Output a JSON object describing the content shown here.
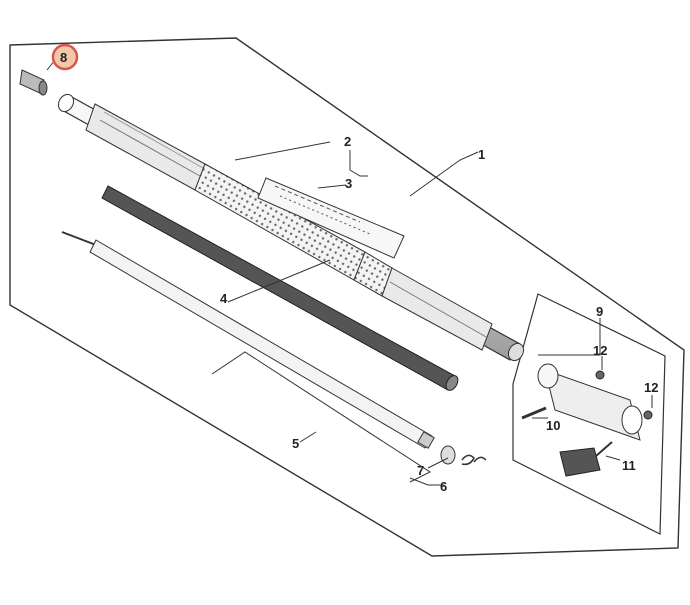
{
  "diagram": {
    "highlight_color": "#d9534f",
    "highlight_fill": "#f3c8a9",
    "callouts": {
      "c1": "1",
      "c2": "2",
      "c3": "3",
      "c4": "4",
      "c5": "5",
      "c6": "6",
      "c7": "7",
      "c8": "8",
      "c9": "9",
      "c10": "10",
      "c11": "11",
      "c12a": "12",
      "c12b": "12"
    }
  }
}
